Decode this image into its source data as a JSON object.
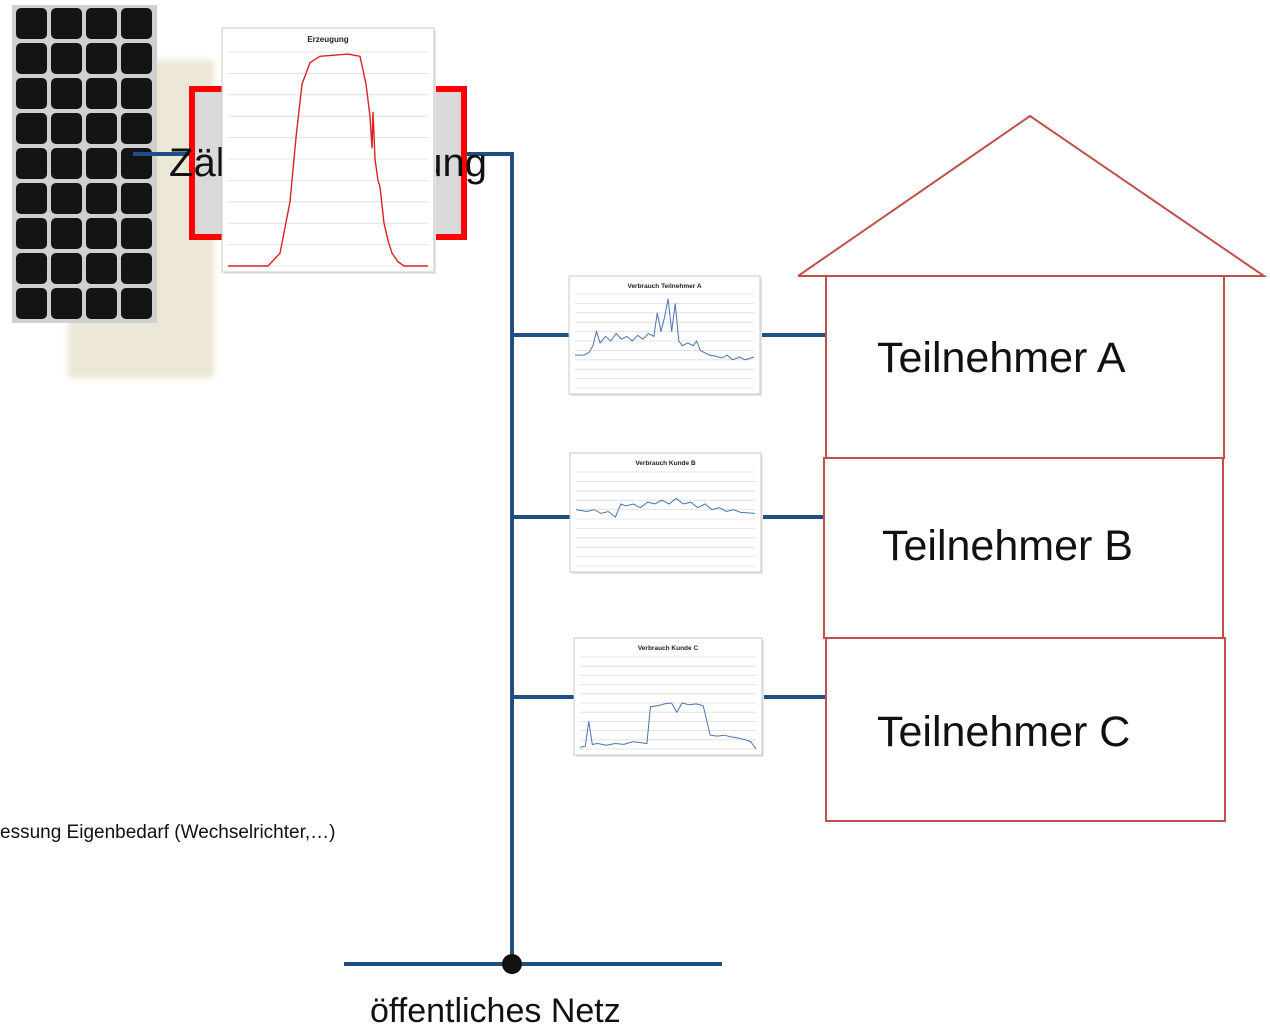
{
  "meter_box_text": "Zähler Erzeugung",
  "note_text": "essung Eigenbedarf (Wechselrichter,…)",
  "grid_label": "öffentliches Netz",
  "houses": [
    {
      "label": "Teilnehmer A"
    },
    {
      "label": "Teilnehmer B"
    },
    {
      "label": "Teilnehmer C"
    }
  ],
  "mini_charts": [
    {
      "id": "erzeugung",
      "title": "Erzeugung",
      "color": "#e02020"
    },
    {
      "id": "verbrauch_a",
      "title": "Verbrauch Teilnehmer A",
      "color": "#4a73b0"
    },
    {
      "id": "verbrauch_b",
      "title": "Verbrauch Kunde B",
      "color": "#4a73b0"
    },
    {
      "id": "verbrauch_c",
      "title": "Verbrauch Kunde C",
      "color": "#4a73b0"
    }
  ],
  "colors": {
    "wire": "#1f4e82",
    "meter_border": "#ff0000",
    "meter_fill": "#d9d9d9",
    "house": "#c0504d",
    "panel": "#141414"
  }
}
